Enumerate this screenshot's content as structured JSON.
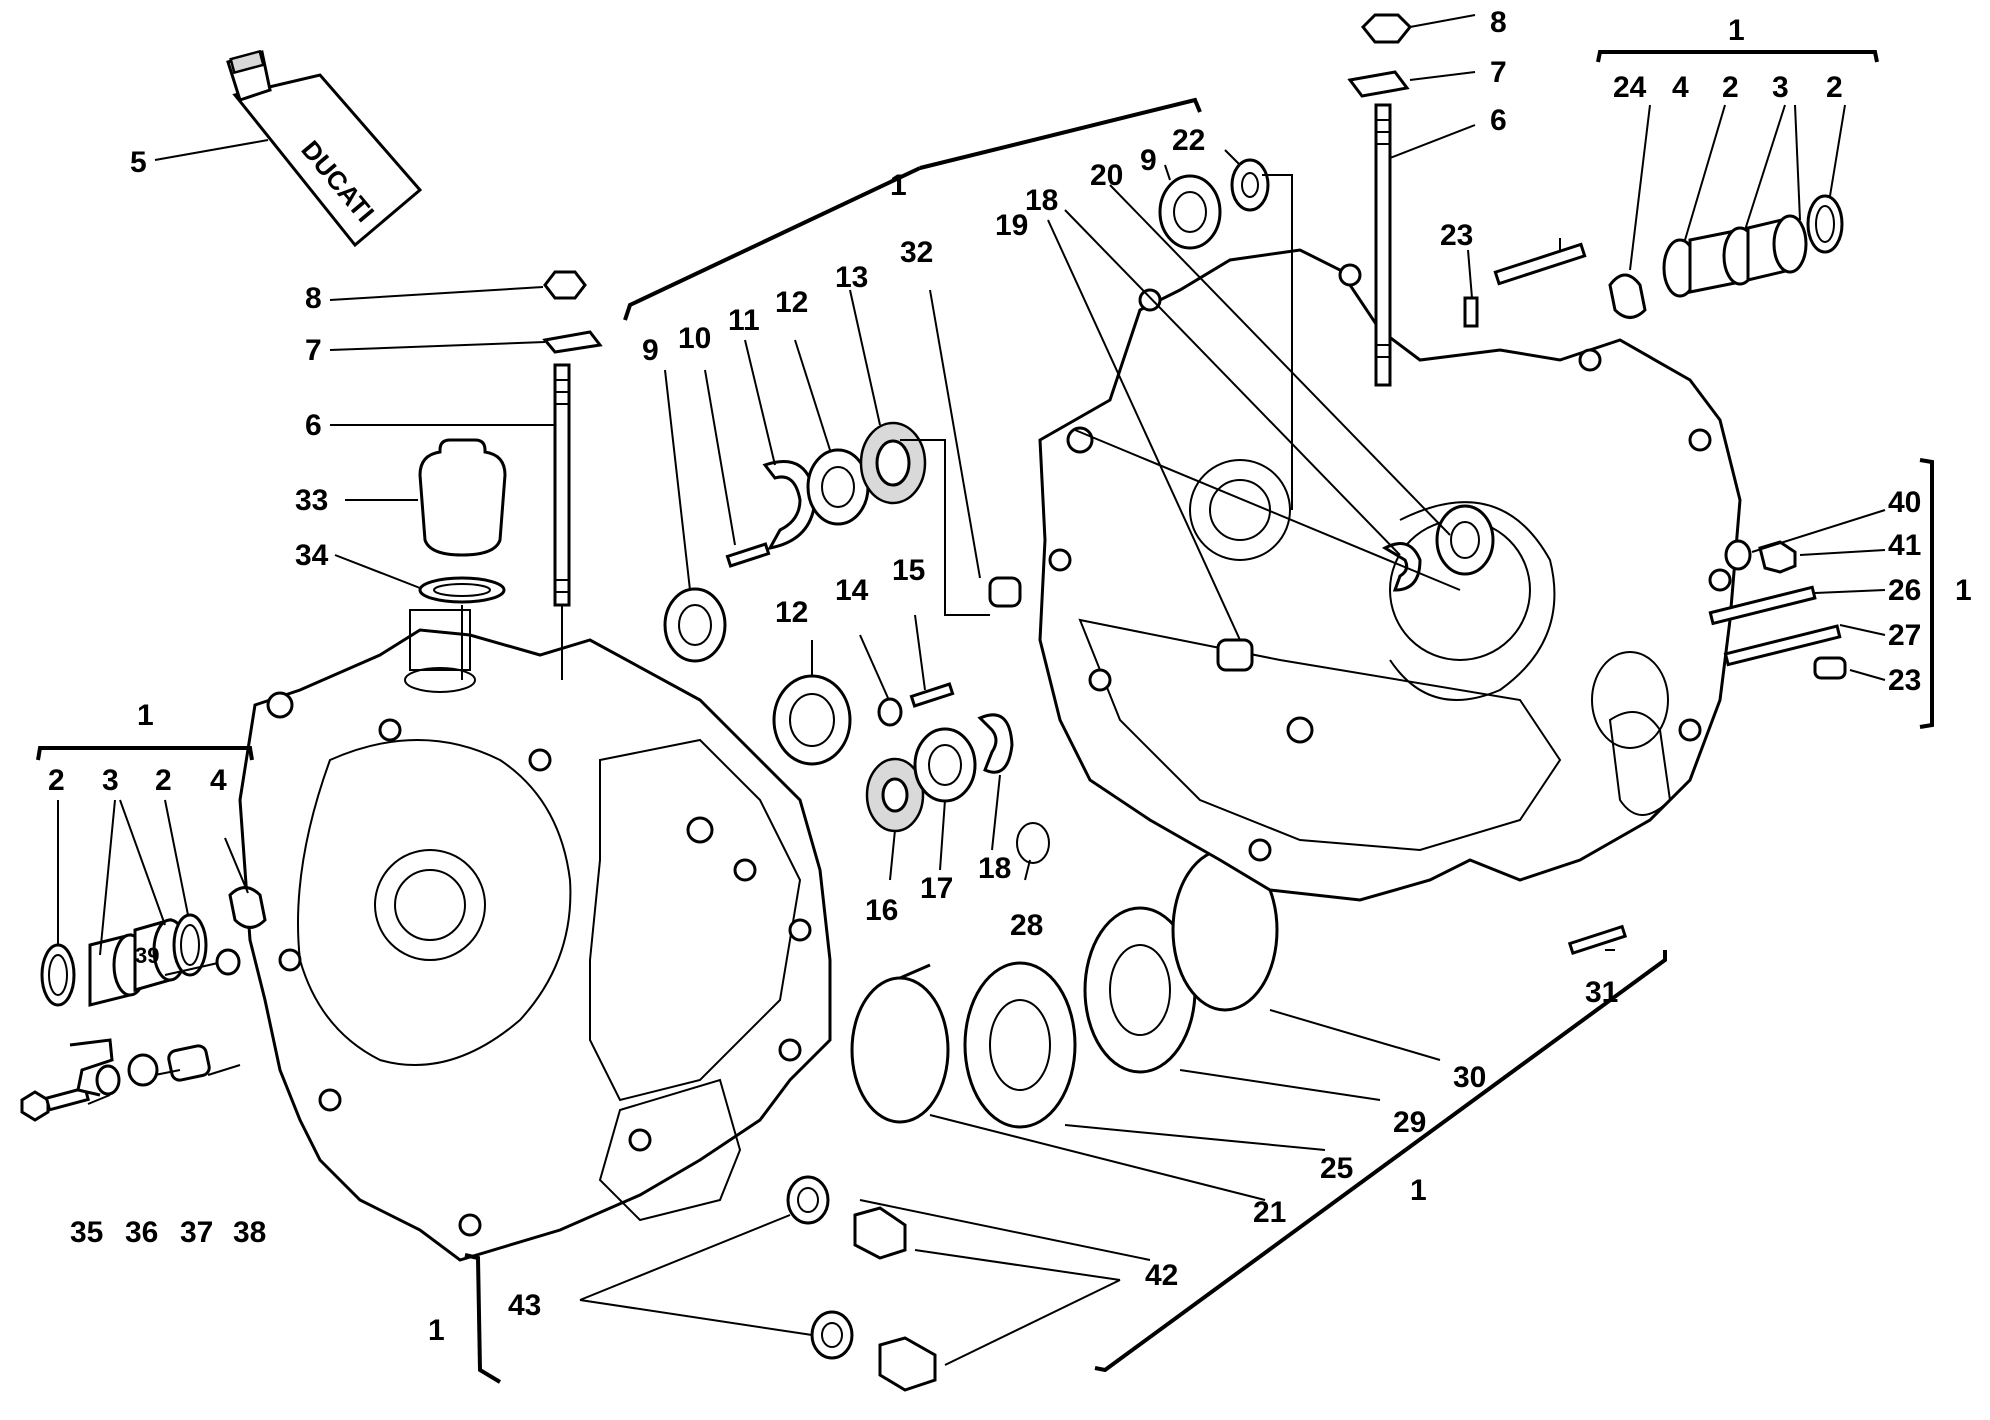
{
  "tube_brand": "DUCATI",
  "callouts": {
    "c5": "5",
    "c8a": "8",
    "c7a": "7",
    "c6a": "6",
    "c33": "33",
    "c34": "34",
    "c1a": "1",
    "c2a": "2",
    "c3a": "3",
    "c2b": "2",
    "c4a": "4",
    "c39": "39",
    "c35": "35",
    "c36": "36",
    "c37": "37",
    "c38": "38",
    "c1b": "1",
    "c9a": "9",
    "c10": "10",
    "c11": "11",
    "c12a": "12",
    "c13": "13",
    "c32": "32",
    "c12b": "12",
    "c14": "14",
    "c15": "15",
    "c16": "16",
    "c17": "17",
    "c18a": "18",
    "c28": "28",
    "c19": "19",
    "c18b": "18",
    "c20": "20",
    "c9b": "9",
    "c22": "22",
    "c8b": "8",
    "c7b": "7",
    "c6b": "6",
    "c23a": "23",
    "c1c": "1",
    "c24": "24",
    "c4b": "4",
    "c2c": "2",
    "c3b": "3",
    "c2d": "2",
    "c40": "40",
    "c41": "41",
    "c26": "26",
    "c27": "27",
    "c23b": "23",
    "c1d": "1",
    "c31": "31",
    "c30": "30",
    "c29": "29",
    "c25": "25",
    "c21": "21",
    "c1e": "1",
    "c42": "42",
    "c43": "43",
    "c1f": "1"
  }
}
